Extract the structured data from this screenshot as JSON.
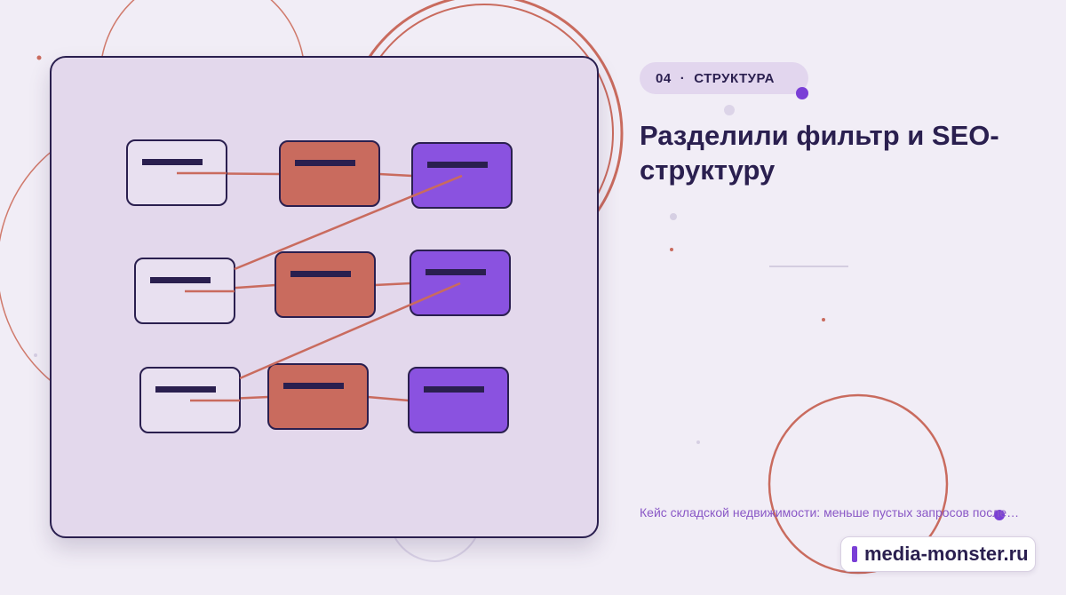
{
  "tag": {
    "number": "04",
    "separator": "·",
    "label": "СТРУКТУРА"
  },
  "title": "Разделили фильтр и SEO-структуру",
  "subtitle": "Кейс складской недвижимости: меньше пустых запросов после…",
  "brand": {
    "name": "media-monster.ru"
  },
  "colors": {
    "background": "#f1edf6",
    "panel": "#e3d8ec",
    "ink": "#2a1f4f",
    "coral": "#c96b5e",
    "purple": "#8a52e0",
    "subtitle": "#8a58c6"
  },
  "diagram": {
    "rows": 3,
    "columns": [
      {
        "kind": "filter",
        "fill": "#e8e0f0"
      },
      {
        "kind": "seo",
        "fill": "#c96b5e"
      },
      {
        "kind": "page",
        "fill": "#8a52e0"
      }
    ]
  }
}
